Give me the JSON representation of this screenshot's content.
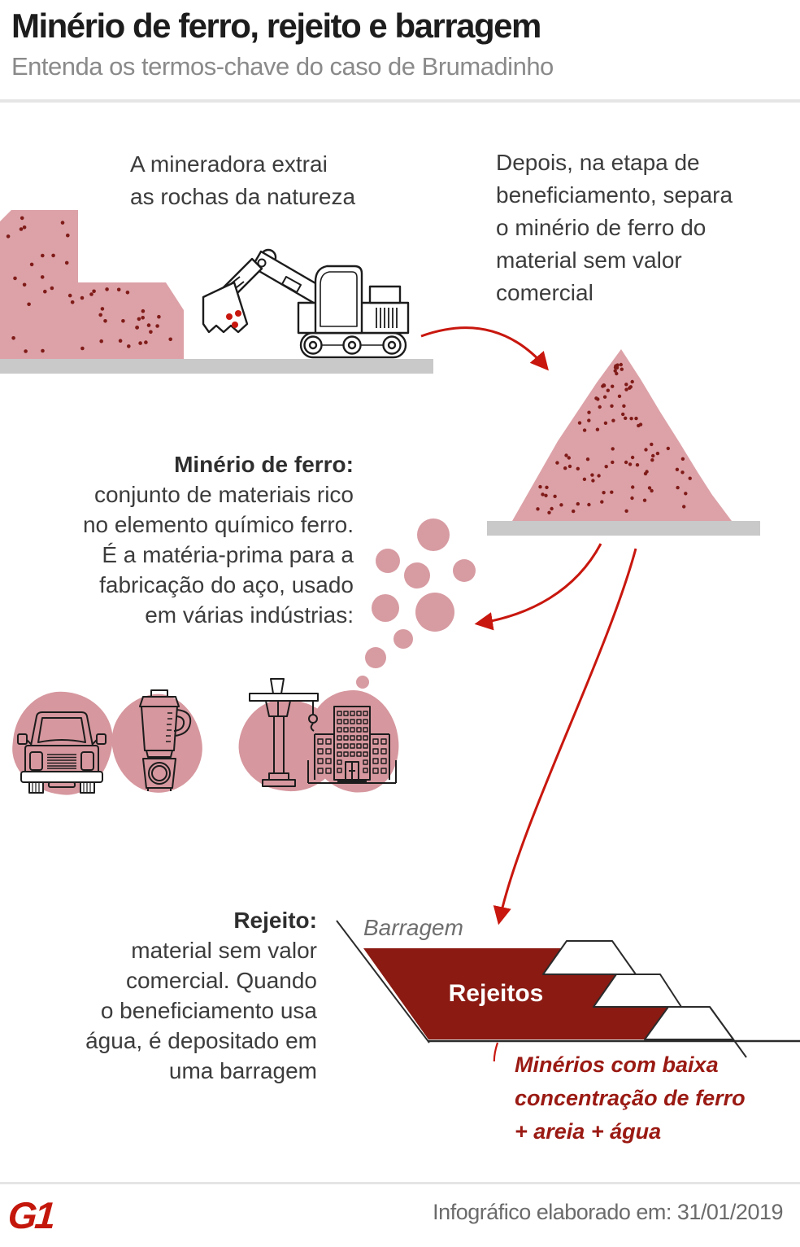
{
  "header": {
    "title": "Minério de ferro, rejeito e barragem",
    "subtitle": "Entenda os termos-chave do caso de Brumadinho"
  },
  "captions": {
    "extraction_lines": [
      "A mineradora extrai",
      "as rochas da natureza"
    ],
    "beneficiation_lines": [
      "Depois, na etapa de",
      "beneficiamento, separa",
      "o minério de ferro do",
      "material sem valor",
      "comercial"
    ]
  },
  "ore": {
    "term": "Minério de ferro:",
    "definition_lines": [
      "conjunto de materiais rico",
      "no elemento químico ferro.",
      "É a matéria-prima para a",
      "fabricação do aço, usado",
      "em várias indústrias:"
    ]
  },
  "tailings": {
    "term": "Rejeito:",
    "definition_lines": [
      "material sem valor",
      "comercial. Quando",
      "o beneficiamento usa",
      "água, é depositado em",
      "uma barragem"
    ]
  },
  "dam": {
    "label": "Barragem",
    "reservoir_label": "Rejeitos",
    "note_lines": [
      "Minérios com baixa",
      "concentração de ferro",
      "+ areia + água"
    ]
  },
  "illustrations": {
    "icons": [
      "excavator-icon",
      "ore-rock",
      "ore-pile",
      "car-icon",
      "blender-icon",
      "crane-icon",
      "buildings-icon",
      "dam-cross-section"
    ]
  },
  "footer": {
    "logo_text": "G1",
    "credit": "Infográfico elaborado em: 31/01/2019"
  },
  "colors": {
    "pink_fill": "#dca2a8",
    "blob_pink": "#d6979e",
    "dot_dark_red": "#7f1b18",
    "arrow_red": "#c8170e",
    "reservoir_red": "#8a1a12",
    "note_red": "#9a1a13",
    "ground_gray": "#c9c9c9",
    "outline_black": "#1c1c1c",
    "logo_red": "#c4170c"
  }
}
